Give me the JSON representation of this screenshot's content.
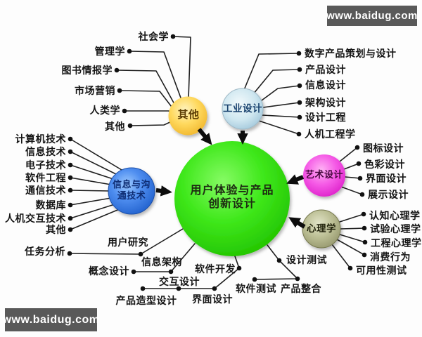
{
  "watermarks": {
    "top_right": "www.baidug.com",
    "bottom_left": "www.baidug.com"
  },
  "center_node": {
    "line1": "用户体验与产品",
    "line2": "创新设计"
  },
  "hubs": {
    "other": "其他",
    "industrial": "工业设计",
    "ict_line1": "信息与沟",
    "ict_line2": "通技术",
    "art": "艺术设计",
    "psychology": "心理学"
  },
  "leaves": {
    "other": [
      "社会学",
      "管理学",
      "图书情报学",
      "市场营销",
      "人类学",
      "其他"
    ],
    "industrial": [
      "数字产品策划与设计",
      "产品设计",
      "信息设计",
      "架构设计",
      "设计工程",
      "人机工程学"
    ],
    "ict": [
      "计算机技术",
      "信息技术",
      "电子技术",
      "软件工程",
      "通信技术",
      "数据库",
      "人机交互技术",
      "其他"
    ],
    "art": [
      "图标设计",
      "色彩设计",
      "界面设计",
      "展示设计"
    ],
    "psychology": [
      "认知心理学",
      "试验心理学",
      "工程心理学",
      "消费行为",
      "可用性测试"
    ],
    "process": [
      "任务分析",
      "用户研究",
      "信息架构",
      "概念设计",
      "交互设计",
      "产品造型设计",
      "界面设计",
      "软件开发",
      "软件测试",
      "产品整合",
      "设计测试"
    ]
  },
  "colors": {
    "center_hub": "#3fe81b",
    "other_hub": "#ffd95e",
    "industrial_hub": "#cfe7f0",
    "ict_hub": "#4f8ef0",
    "art_hub": "#f55ae6",
    "psychology_hub": "#bcbf95",
    "connector": "#1f1f1f",
    "watermark_bg": "#595959"
  }
}
